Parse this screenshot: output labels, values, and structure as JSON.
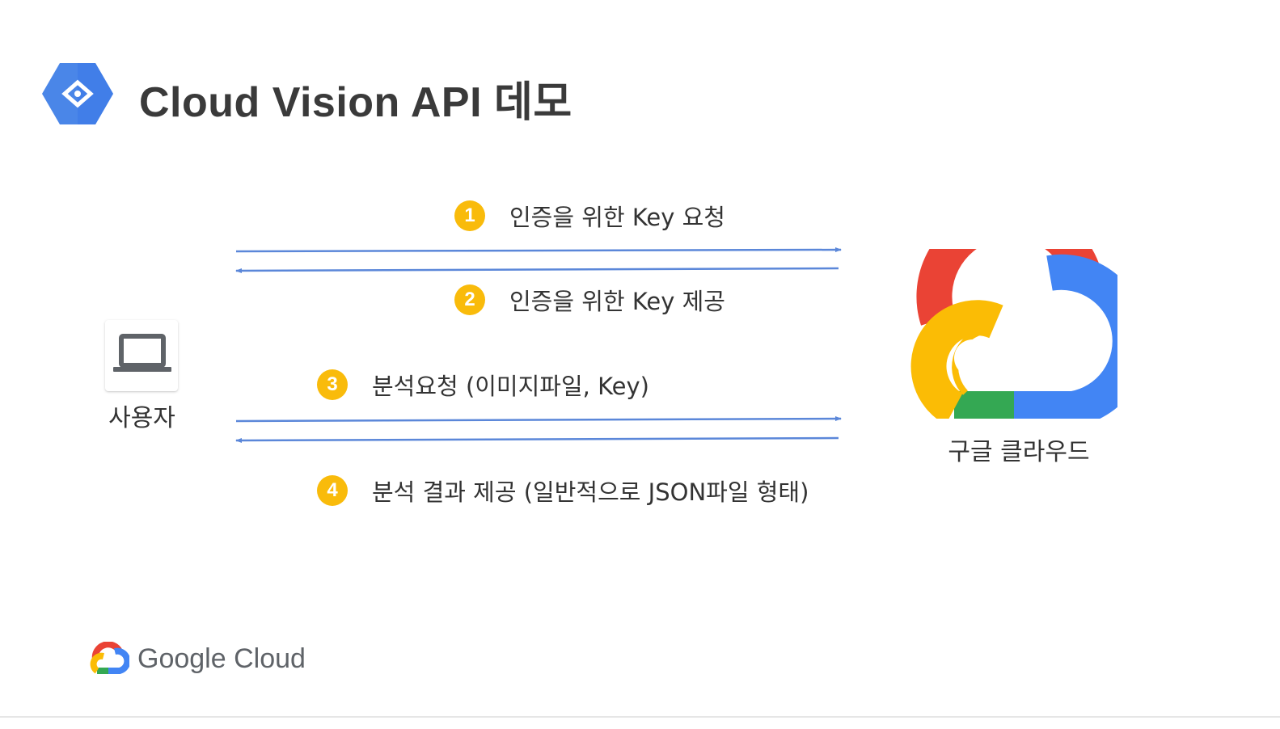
{
  "header": {
    "title": "Cloud Vision API 데모",
    "product_icon": "cloud-vision-hexagon-icon"
  },
  "diagram": {
    "user": {
      "label": "사용자",
      "icon": "laptop-icon"
    },
    "cloud": {
      "label": "구글 클라우드",
      "icon": "google-cloud-logo-icon"
    },
    "steps": [
      {
        "number": "1",
        "text": "인증을 위한 Key 요청"
      },
      {
        "number": "2",
        "text": "인증을 위한 Key 제공"
      },
      {
        "number": "3",
        "text": "분석요청 (이미지파일, Key)"
      },
      {
        "number": "4",
        "text": "분석 결과 제공 (일반적으로 JSON파일 형태)"
      }
    ]
  },
  "footer": {
    "brand": "Google Cloud",
    "icon": "google-cloud-small-logo-icon"
  },
  "colors": {
    "arrow": "#5b87d9",
    "step_badge": "#f9bb0b",
    "google_red": "#ea4335",
    "google_blue": "#4285f4",
    "google_yellow": "#fbbc05",
    "google_green": "#34a853",
    "vision_blue": "#4a86e8"
  }
}
